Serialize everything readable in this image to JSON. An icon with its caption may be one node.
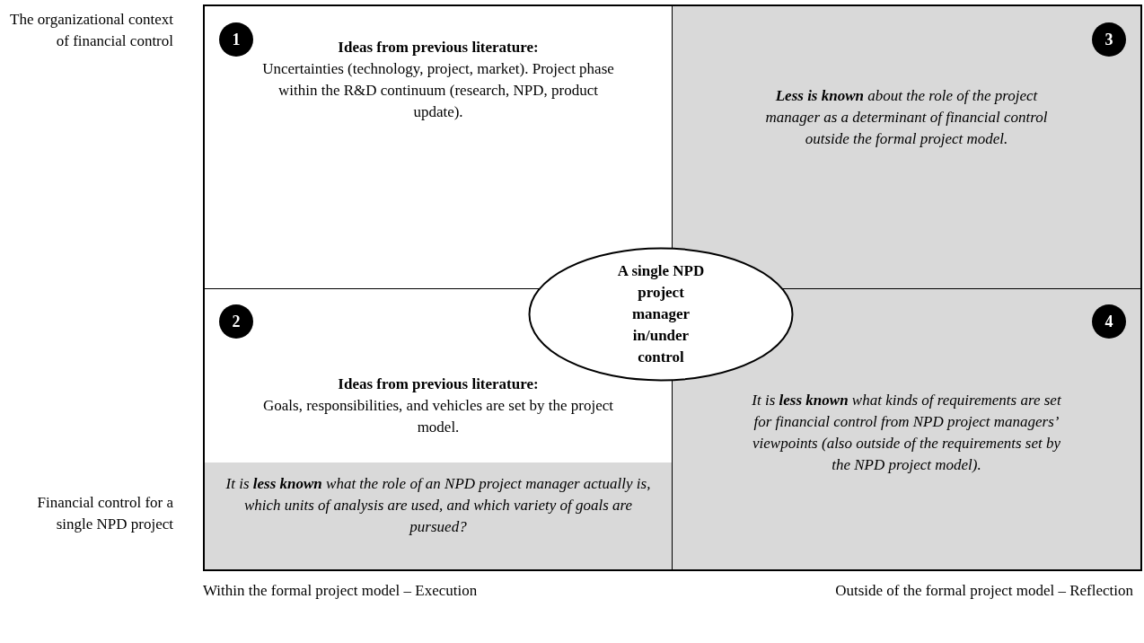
{
  "diagram": {
    "nodes": [
      {
        "text": [
          "Ideas from previous literature:",
          "Uncertainties (technology, project, market). Project phase within the R&D continuum (research, NPD, product update)."
        ]
      },
      {
        "text": [
          "1"
        ],
        "in": 0
      },
      {
        "text": [
          "**Less is known** about the role of the project manager as a determinant of financial control outside the formal project model."
        ]
      },
      {
        "text": [
          "3"
        ],
        "in": 2
      },
      {
        "text": [
          "Ideas from previous literature:",
          "Goals, responsibilities, and vehicles are set by the project model."
        ]
      },
      {
        "text": [
          "2"
        ],
        "in": 4
      },
      {
        "text": [
          "It is **less known** what the role of an NPD project manager actually is, which units of analysis are used, and which variety of goals are pursued?"
        ],
        "in": 4
      },
      {
        "text": [
          "It is **less known** what kinds of requirements are set for financial control from NPD project managers’ viewpoints (also outside of the requirements set by the NPD project model)."
        ]
      },
      {
        "text": [
          "4"
        ],
        "in": 7
      },
      {
        "text": [
          "A single NPD project manager in/under control"
        ]
      }
    ],
    "edges": [],
    "labels": [
      "The organizational context of financial control",
      "Financial control for a single NPD project",
      "Within the formal project model – Execution",
      "Outside of the formal project model – Reflection"
    ]
  }
}
